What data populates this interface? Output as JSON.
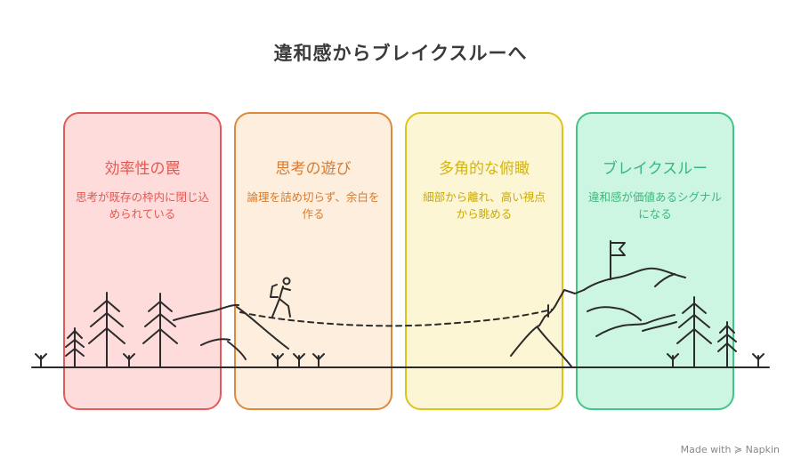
{
  "title": "違和感からブレイクスルーへ",
  "stages": [
    {
      "title": "効率性の罠",
      "desc": "思考が既存の枠内に閉じ込められている",
      "title_color": "#e5574f",
      "desc_color": "#e5574f",
      "fill": "#ffdcdc",
      "border": "#e35a5a"
    },
    {
      "title": "思考の遊び",
      "desc": "論理を詰め切らず、余白を作る",
      "title_color": "#dc7a2c",
      "desc_color": "#dc7a2c",
      "fill": "#fdeedd",
      "border": "#de8a3e"
    },
    {
      "title": "多角的な俯瞰",
      "desc": "細部から離れ、高い視点から眺める",
      "title_color": "#d3b50f",
      "desc_color": "#c8a908",
      "fill": "#fdf6d4",
      "border": "#dcc41f"
    },
    {
      "title": "ブレイクスルー",
      "desc": "違和感が価値あるシグナルになる",
      "title_color": "#3bb77c",
      "desc_color": "#3bb77c",
      "fill": "#cdf6e2",
      "border": "#45c487"
    }
  ],
  "watermark": "Made with ≽ Napkin"
}
